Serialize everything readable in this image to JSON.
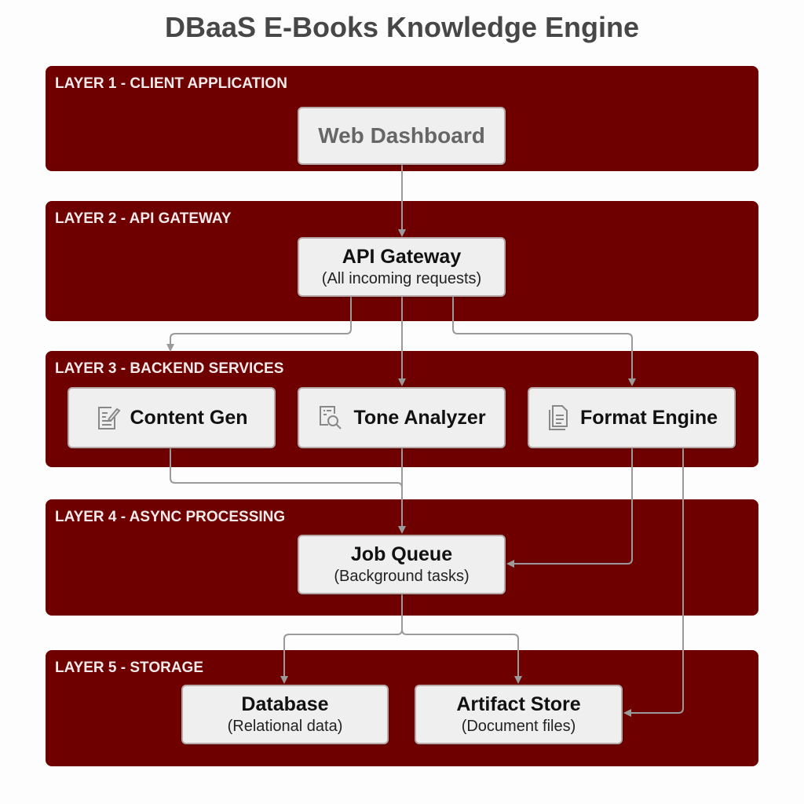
{
  "title": "DBaaS E-Books Knowledge Engine",
  "layers": [
    {
      "label": "LAYER 1 - CLIENT APPLICATION"
    },
    {
      "label": "LAYER 2 - API GATEWAY"
    },
    {
      "label": "LAYER 3 - BACKEND SERVICES"
    },
    {
      "label": "LAYER 4 - ASYNC PROCESSING"
    },
    {
      "label": "LAYER 5 - STORAGE"
    }
  ],
  "nodes": {
    "web_dashboard": {
      "title": "Web Dashboard"
    },
    "api_gateway": {
      "title": "API Gateway",
      "subtitle": "(All incoming requests)"
    },
    "content_gen": {
      "title": "Content Gen",
      "icon": "edit-document-icon"
    },
    "tone_analyzer": {
      "title": "Tone Analyzer",
      "icon": "document-search-icon"
    },
    "format_engine": {
      "title": "Format Engine",
      "icon": "documents-icon"
    },
    "job_queue": {
      "title": "Job Queue",
      "subtitle": "(Background tasks)"
    },
    "database": {
      "title": "Database",
      "subtitle": "(Relational data)"
    },
    "artifact_store": {
      "title": "Artifact Store",
      "subtitle": "(Document files)"
    }
  },
  "colors": {
    "layer": "#6f0000",
    "node": "#efefef",
    "connector": "#9a9a9a"
  }
}
